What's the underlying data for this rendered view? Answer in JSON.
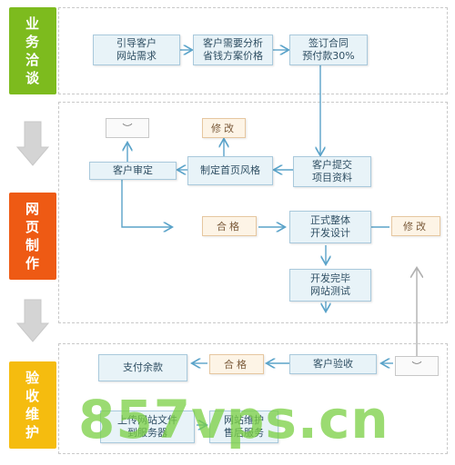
{
  "stages": {
    "s1": {
      "label": "业务洽谈",
      "color": "#7dbb1e"
    },
    "s2": {
      "label": "网页制作",
      "color": "#ee5a14"
    },
    "s3": {
      "label": "验收维护",
      "color": "#f5bc0f"
    }
  },
  "nodes": {
    "n1": "引导客户\n网站需求",
    "n2": "客户需要分析\n省钱方案价格",
    "n3": "签订合同\n预付款30%",
    "n4": "客户提交\n项目资料",
    "n5": "制定首页风格",
    "n6": "客户审定",
    "n7": "正式整体\n开发设计",
    "n8": "开发完毕\n网站测试",
    "n9": "客户验收",
    "n10": "支付余款",
    "n11": "上传网站文件\n到服务器",
    "n12": "网站维护\n售后服务"
  },
  "tags": {
    "modify1": "修改",
    "modify2": "修改",
    "pass1": "合格",
    "pass2": "合格"
  },
  "faces": {
    "f1": "︶",
    "f2": "︶"
  },
  "watermark": "857vps.cn",
  "colors": {
    "line": "#5aa3c9",
    "arrow_gray": "#cfcfcf"
  }
}
